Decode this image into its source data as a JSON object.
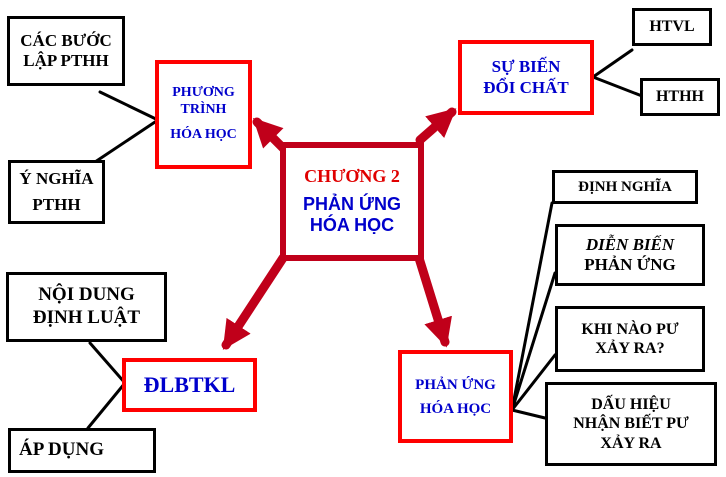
{
  "center": {
    "line1": "CHƯƠNG 2",
    "line2": "PHẢN ỨNG",
    "line3": "HÓA HỌC"
  },
  "branches": {
    "phuong_trinh": {
      "title": [
        "PHƯƠNG",
        "TRÌNH",
        "HÓA HỌC"
      ],
      "leaves": [
        [
          "CÁC BƯỚC",
          "LẬP PTHH"
        ],
        [
          "Ý NGHĨA",
          "PTHH"
        ]
      ]
    },
    "su_bien_doi": {
      "title": [
        "SỰ BIẾN",
        "ĐỔI CHẤT"
      ],
      "leaves": [
        "HTVL",
        "HTHH"
      ]
    },
    "dlbtkl": {
      "title": "ĐLBTKL",
      "leaves": [
        [
          "NỘI DUNG",
          "ĐỊNH LUẬT"
        ],
        "ÁP DỤNG"
      ]
    },
    "phan_ung": {
      "title": [
        "PHẢN ỨNG",
        "HÓA HỌC"
      ],
      "leaves": [
        "ĐỊNH NGHĨA",
        [
          "DIỄN BIẾN",
          "PHẢN ỨNG"
        ],
        [
          "KHI NÀO PƯ",
          "XẢY RA?"
        ],
        [
          "DẤU HIỆU",
          "NHẬN BIẾT PƯ",
          "XẢY RA"
        ]
      ]
    }
  },
  "colors": {
    "arrow": "#c0001a",
    "box_border": "#ff0000",
    "title_text": "#0000cc",
    "center_title": "#e00000",
    "leaf_border": "#000000"
  }
}
